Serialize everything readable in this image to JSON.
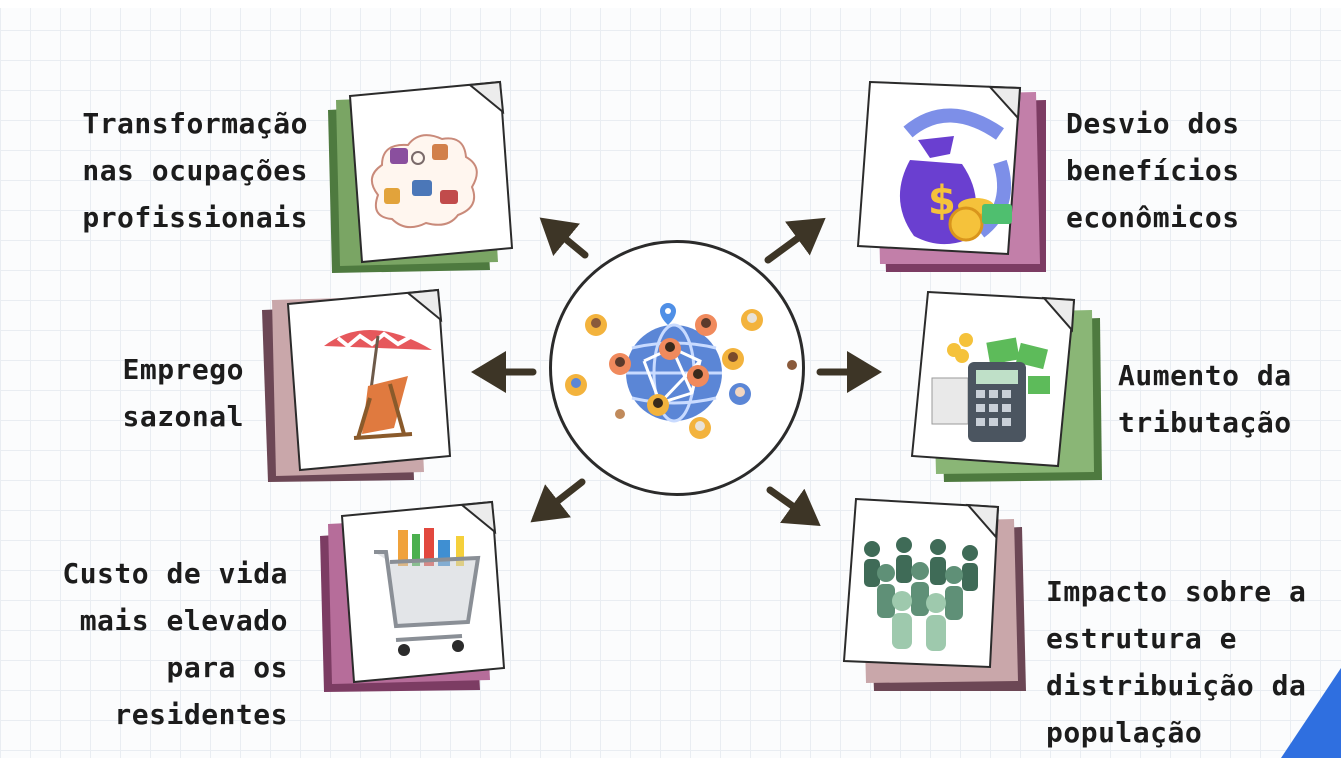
{
  "diagram": {
    "center": {
      "icon": "globe-network-people-icon"
    },
    "nodes": [
      {
        "id": "ocupacoes",
        "label": "Transformação\nnas ocupações\nprofissionais",
        "icon": "professions-cloud-icon",
        "color": "#6e9a5b"
      },
      {
        "id": "emprego",
        "label": "Emprego\nsazonal",
        "icon": "beach-chair-umbrella-icon",
        "color": "#9c7079"
      },
      {
        "id": "custo",
        "label": "Custo de vida\nmais elevado\npara os\nresidentes",
        "icon": "shopping-cart-icon",
        "color": "#a4527f"
      },
      {
        "id": "desvio",
        "label": "Desvio dos\nbenefícios\neconômicos",
        "icon": "money-bag-cycle-icon",
        "color": "#b05a91"
      },
      {
        "id": "tributacao",
        "label": "Aumento da\ntributação",
        "icon": "calculator-money-icon",
        "color": "#6e9a5b"
      },
      {
        "id": "populacao",
        "label": "Impacto sobre a\nestrutura e\ndistribuição da\npopulação",
        "icon": "people-crowd-icon",
        "color": "#a98189"
      }
    ]
  }
}
